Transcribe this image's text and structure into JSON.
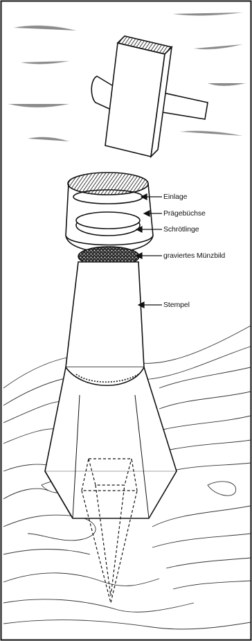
{
  "labels": {
    "einlage": "Einlage",
    "praegebuechse": "Prägebüchse",
    "schroetlinge": "Schrötlinge",
    "muenzbild": "graviertes Münzbild",
    "stempel": "Stempel"
  },
  "colors": {
    "ink": "#111111",
    "paper": "#ffffff",
    "wood_grain": "#333333"
  }
}
